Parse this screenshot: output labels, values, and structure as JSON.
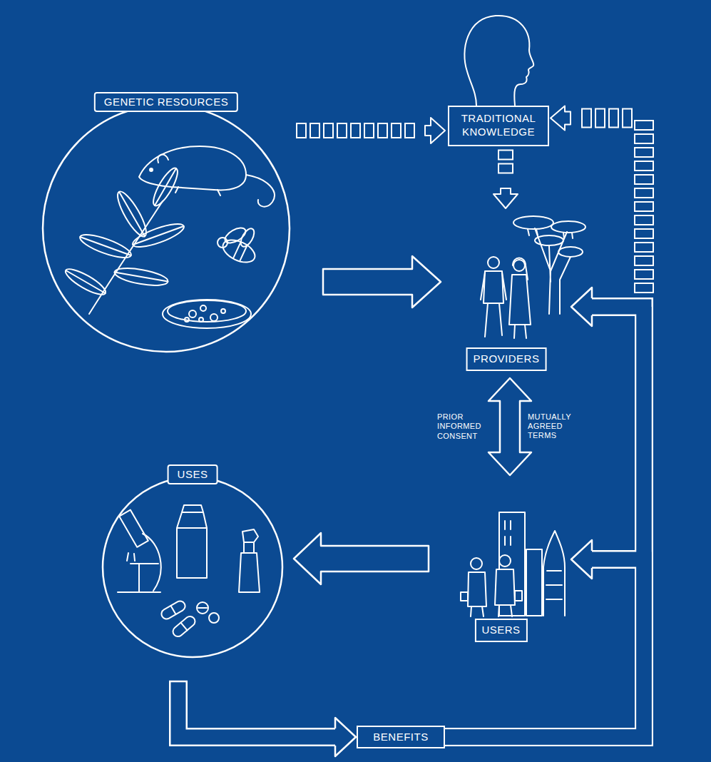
{
  "diagram": {
    "nodes": [
      {
        "text": [
          "GENETIC RESOURCES"
        ]
      },
      {
        "text": [
          "TRADITIONAL KNOWLEDGE"
        ]
      },
      {
        "text": [
          "PROVIDERS"
        ]
      },
      {
        "text": [
          "USERS"
        ]
      },
      {
        "text": [
          "USES"
        ]
      },
      {
        "text": [
          "BENEFITS"
        ]
      }
    ],
    "edges": [
      {
        "from": 0,
        "to": 1,
        "arrow": "to"
      },
      {
        "from": 0,
        "to": 2,
        "arrow": "to"
      },
      {
        "from": 1,
        "to": 2,
        "arrow": "to"
      },
      {
        "from": 2,
        "to": 3,
        "label": "PRIOR INFORMED CONSENT",
        "arrow": "both"
      },
      {
        "from": 3,
        "to": 4,
        "arrow": "to"
      },
      {
        "from": 4,
        "to": 5,
        "arrow": "to"
      },
      {
        "from": 5,
        "to": 3,
        "arrow": "to"
      },
      {
        "from": 5,
        "to": 2,
        "arrow": "to"
      },
      {
        "from": 5,
        "to": 1,
        "arrow": "to"
      }
    ],
    "labels": [
      "MUTUALLY AGREED TERMS"
    ]
  }
}
